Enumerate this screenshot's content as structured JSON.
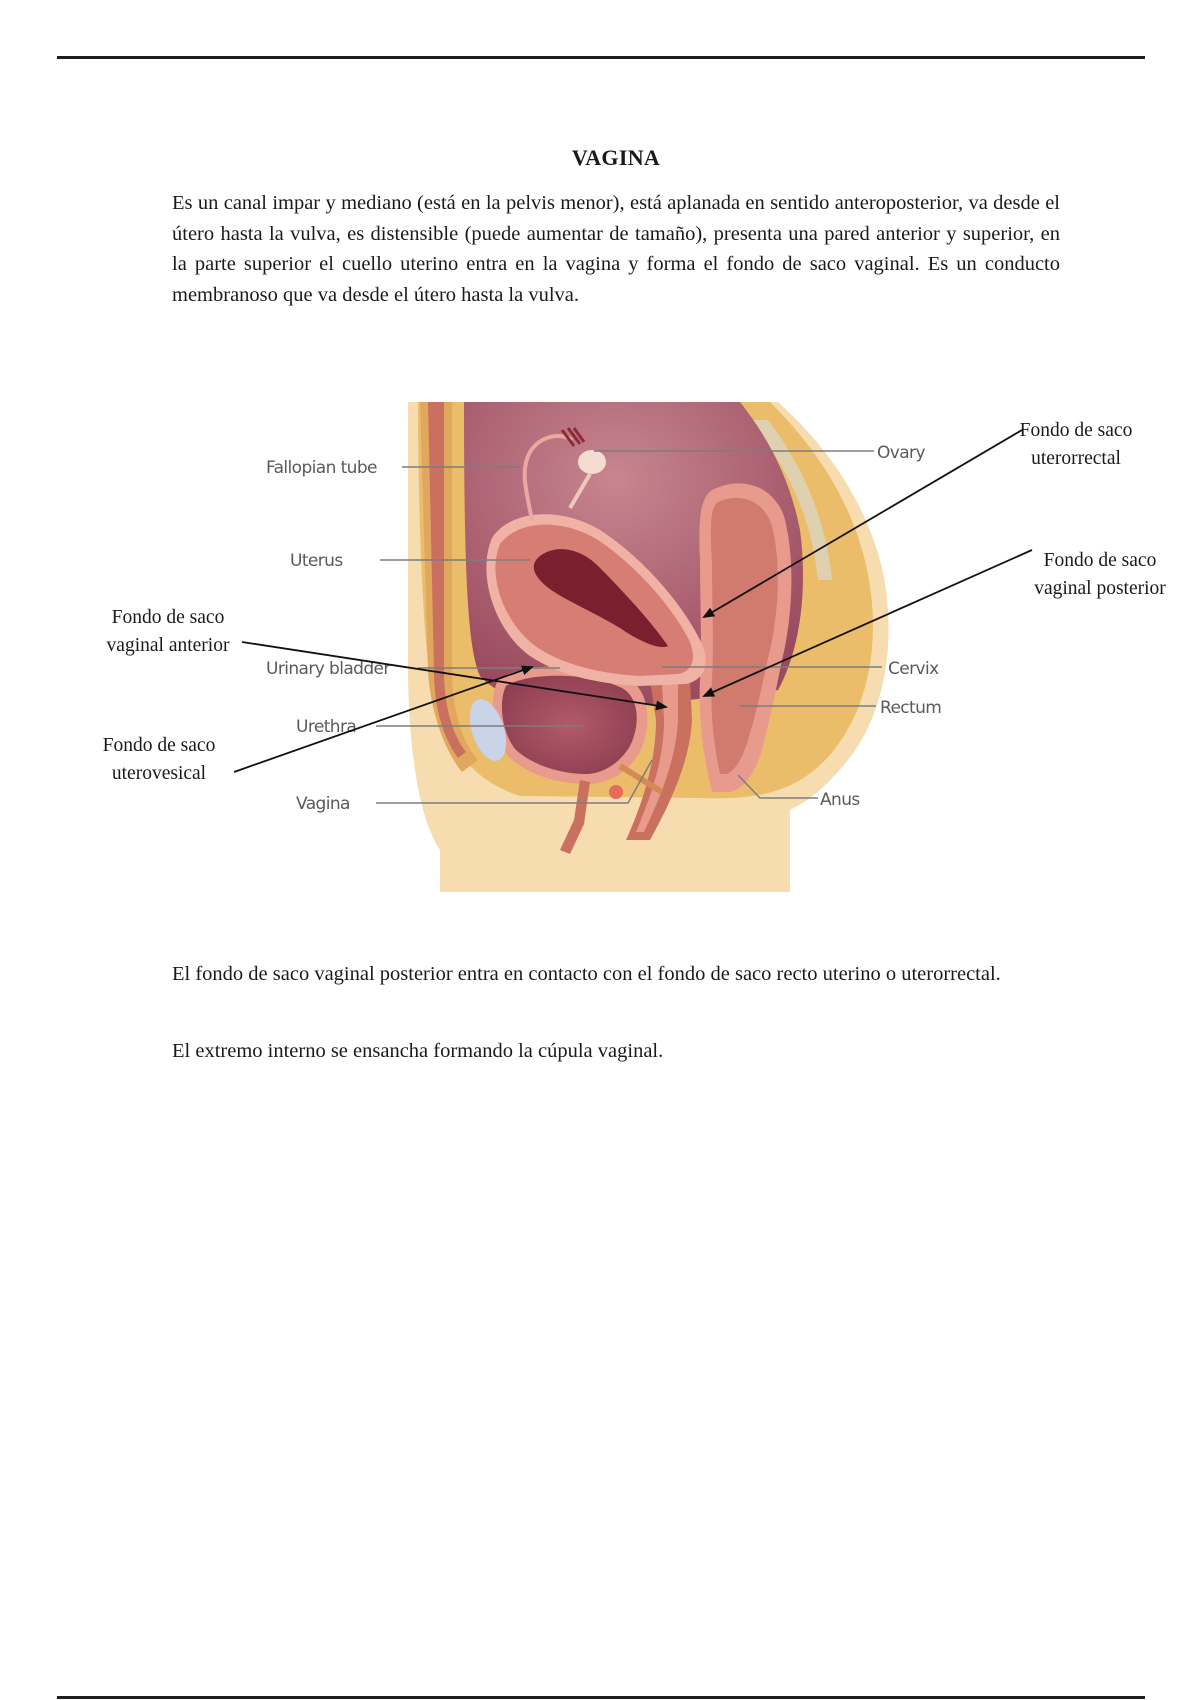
{
  "page": {
    "title": "VAGINA",
    "paragraphs": [
      "Es un canal impar y mediano (está en la pelvis menor), está aplanada en sentido anteroposterior, va desde el útero hasta la vulva, es distensible (puede aumentar de tamaño), presenta una pared anterior y superior, en la parte superior el cuello uterino entra en la vagina y forma el fondo de saco vaginal. Es un conducto membranoso que va desde el útero hasta la vulva.",
      "El fondo de saco vaginal posterior entra en contacto con el  fondo de saco recto uterino o uterorrectal.",
      "El extremo interno se ensancha formando la cúpula vaginal."
    ]
  },
  "figure": {
    "image_labels": {
      "fallopian_tube": "Fallopian tube",
      "ovary": "Ovary",
      "uterus": "Uterus",
      "urinary_bladder": "Urinary bladder",
      "cervix": "Cervix",
      "rectum": "Rectum",
      "urethra": "Urethra",
      "vagina": "Vagina",
      "anus": "Anus"
    },
    "annotations": {
      "uterorrectal": {
        "line1": "Fondo de saco",
        "line2": "uterorrectal"
      },
      "vaginal_posterior": {
        "line1": "Fondo de saco",
        "line2": "vaginal posterior"
      },
      "vaginal_anterior": {
        "line1": "Fondo de saco",
        "line2": "vaginal anterior"
      },
      "uterovesical": {
        "line1": "Fondo de saco",
        "line2": "uterovesical"
      }
    },
    "colors": {
      "skin": "#f6dcae",
      "fat": "#ebbd6b",
      "muscle": "#c9705e",
      "cavity": "#a8566a",
      "organ_wall": "#e89a8c",
      "organ_inner": "#d67d74",
      "lumen": "#7a1f2e",
      "bladder": "#9b4a5a",
      "bone_blue": "#c9d4e8",
      "arrow": "#111111",
      "leader": "#7d7d7d"
    }
  }
}
